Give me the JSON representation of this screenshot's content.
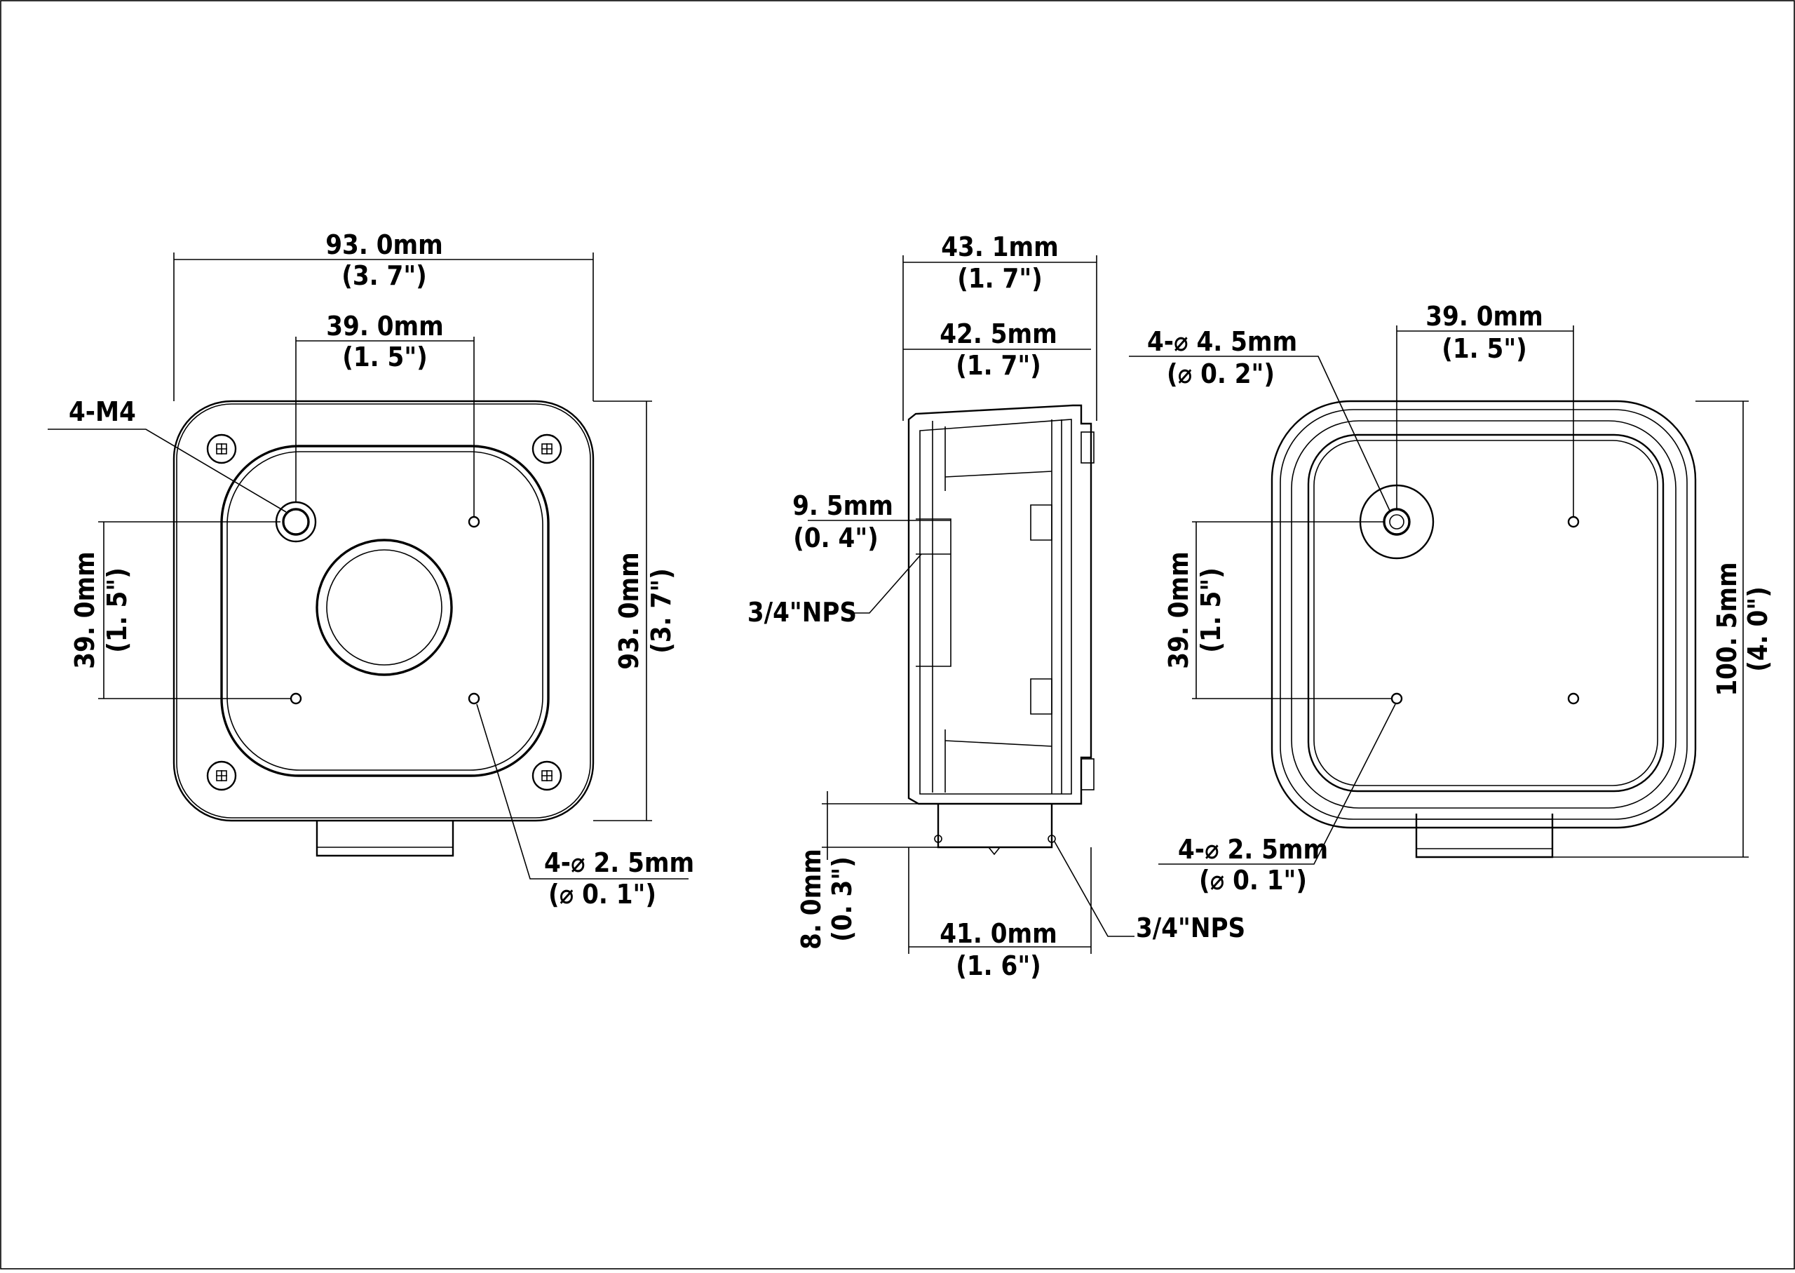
{
  "front_view": {
    "width_mm": "93. 0mm",
    "width_in": "(3. 7\")",
    "hole_spacing_mm": "39. 0mm",
    "hole_spacing_in": "(1. 5\")",
    "thread_label": "4-M4",
    "vert_spacing_mm": "39. 0mm",
    "vert_spacing_in": "(1. 5\")",
    "height_mm": "93. 0mm",
    "height_in": "(3. 7\")",
    "hole_label_mm": "4-⌀ 2. 5mm",
    "hole_label_in": "(⌀ 0. 1\")"
  },
  "side_view": {
    "depth_outer_mm": "43. 1mm",
    "depth_outer_in": "(1. 7\")",
    "depth_inner_mm": "42. 5mm",
    "depth_inner_in": "(1. 7\")",
    "offset_mm": "9. 5mm",
    "offset_in": "(0. 4\")",
    "port_label_top": "3/4\"NPS",
    "port_height_mm": "8. 0mm",
    "port_height_in": "(0. 3\")",
    "port_width_mm": "41. 0mm",
    "port_width_in": "(1. 6\")",
    "port_label_bottom": "3/4\"NPS"
  },
  "back_view": {
    "hole_label_mm": "4-⌀ 4. 5mm",
    "hole_label_in": "(⌀ 0. 2\")",
    "hole_spacing_mm": "39. 0mm",
    "hole_spacing_in": "(1. 5\")",
    "vert_spacing_mm": "39. 0mm",
    "vert_spacing_in": "(1. 5\")",
    "height_mm": "100. 5mm",
    "height_in": "(4. 0\")",
    "small_hole_mm": "4-⌀ 2. 5mm",
    "small_hole_in": "(⌀ 0. 1\")"
  },
  "colors": {
    "line": "#000000",
    "background": "#ffffff"
  }
}
